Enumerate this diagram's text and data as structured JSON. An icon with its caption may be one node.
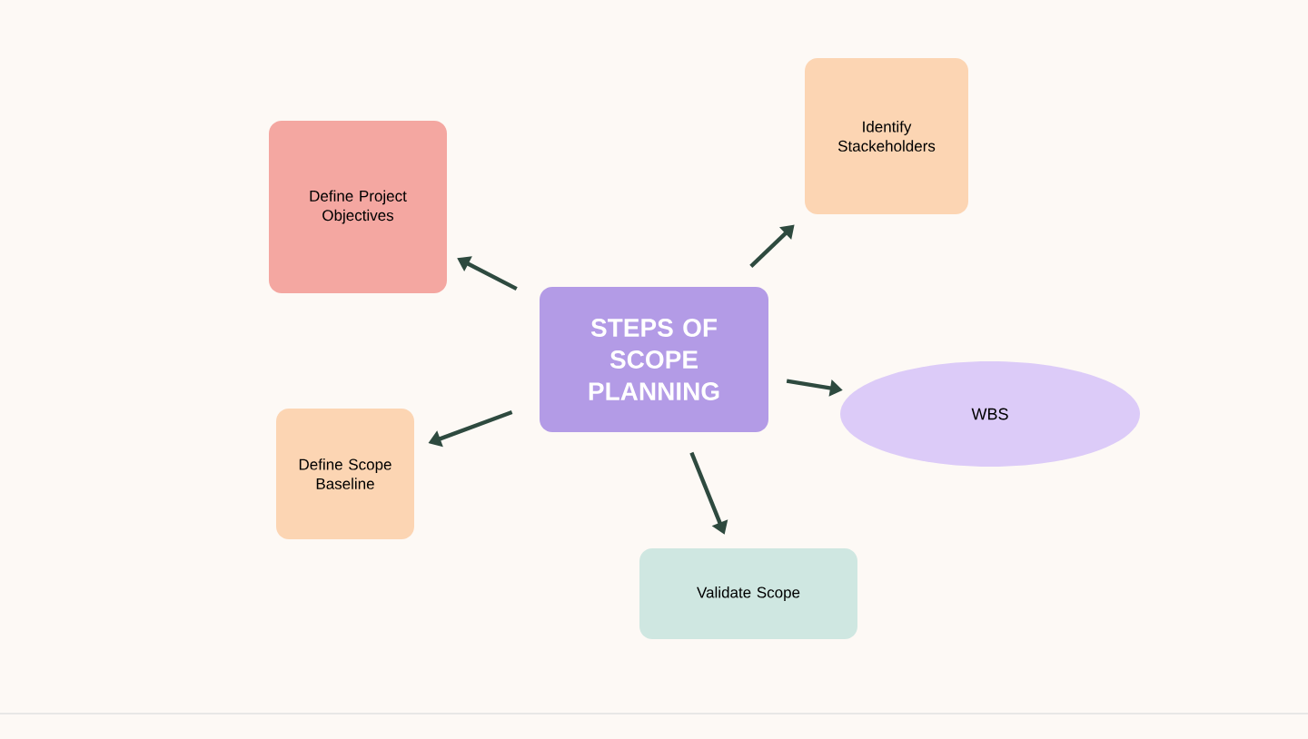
{
  "diagram": {
    "nodes": [
      {
        "text": [
          "STEPS OF SCOPE PLANNING"
        ]
      },
      {
        "text": [
          "Define Project Objectives"
        ]
      },
      {
        "text": [
          "Identify Stackeholders"
        ]
      },
      {
        "text": [
          "WBS"
        ]
      },
      {
        "text": [
          "Define Scope Baseline"
        ]
      },
      {
        "text": [
          "Validate Scope"
        ]
      }
    ],
    "edges": [
      {
        "from": 0,
        "to": 1,
        "arrow": "to"
      },
      {
        "from": 0,
        "to": 2,
        "arrow": "to"
      },
      {
        "from": 0,
        "to": 3,
        "arrow": "to"
      },
      {
        "from": 0,
        "to": 4,
        "arrow": "to"
      },
      {
        "from": 0,
        "to": 5,
        "arrow": "to"
      }
    ]
  }
}
